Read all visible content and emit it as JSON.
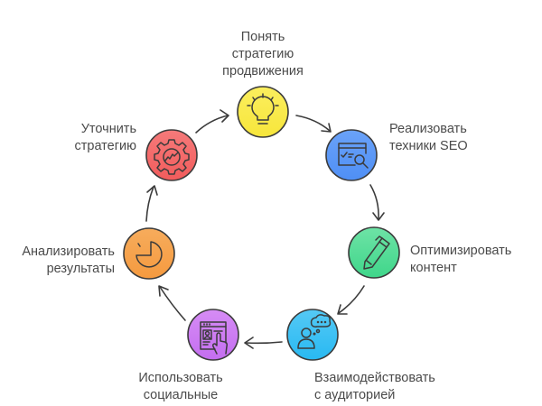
{
  "diagram": {
    "type": "cycle",
    "direction": "clockwise",
    "stroke_color": "#3b3b3b",
    "text_color": "#4a4a4a",
    "nodes": [
      {
        "id": "understand",
        "label_lines": [
          "Понять",
          "стратегию",
          "продвижения"
        ],
        "icon": "lightbulb-icon",
        "color": "#f7e63b",
        "color_light": "#fbee5e"
      },
      {
        "id": "implement-seo",
        "label_lines": [
          "Реализовать",
          "техники SEO"
        ],
        "icon": "seo-search-window-icon",
        "color": "#4f8ff5",
        "color_light": "#6aa2f8"
      },
      {
        "id": "optimize-content",
        "label_lines": [
          "Оптимизировать",
          "контент"
        ],
        "icon": "pen-icon",
        "color": "#3fd68a",
        "color_light": "#6ee3a6"
      },
      {
        "id": "engage-audience",
        "label_lines": [
          "Взаимодействовать",
          "с аудиторией"
        ],
        "icon": "person-speech-bubble-icon",
        "color": "#28b9f2",
        "color_light": "#55c9f5"
      },
      {
        "id": "use-social",
        "label_lines": [
          "Использовать",
          "социальные"
        ],
        "icon": "social-profile-hand-icon",
        "color": "#c46ef0",
        "color_light": "#d68cf5"
      },
      {
        "id": "analyze-results",
        "label_lines": [
          "Анализировать",
          "результаты"
        ],
        "icon": "pie-chart-icon",
        "color": "#f59a3f",
        "color_light": "#f7ac5c"
      },
      {
        "id": "refine-strategy",
        "label_lines": [
          "Уточнить",
          "стратегию"
        ],
        "icon": "gear-chart-icon",
        "color": "#f25c5c",
        "color_light": "#f57a7a"
      }
    ]
  }
}
